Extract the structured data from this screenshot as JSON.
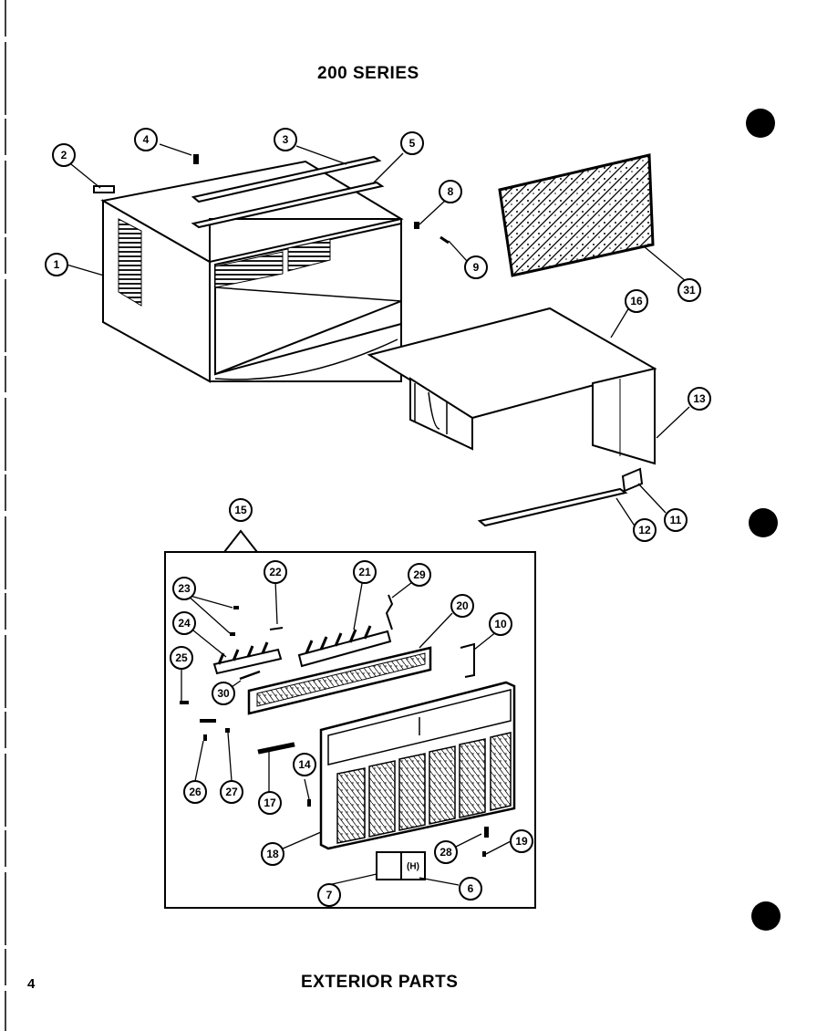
{
  "title": "200 SERIES",
  "footer": "EXTERIOR PARTS",
  "page_number": "4",
  "callouts": [
    "1",
    "2",
    "3",
    "4",
    "5",
    "6",
    "7",
    "8",
    "9",
    "10",
    "11",
    "12",
    "13",
    "14",
    "15",
    "16",
    "17",
    "18",
    "19",
    "20",
    "21",
    "22",
    "23",
    "24",
    "25",
    "26",
    "27",
    "28",
    "29",
    "30",
    "31"
  ]
}
